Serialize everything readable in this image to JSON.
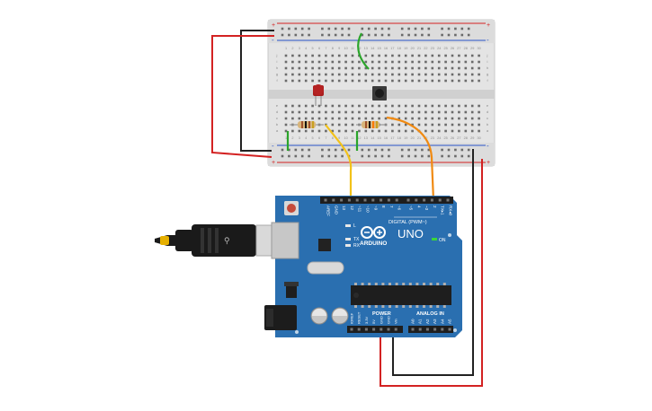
{
  "colors": {
    "breadboard": "#e2e2e2",
    "board": "#2a6fb0",
    "wire_black": "#222222",
    "wire_red": "#d32222",
    "wire_green": "#2aa52a",
    "wire_yellow": "#f2c21a",
    "wire_orange": "#f08a12",
    "led": "#b02020",
    "chip": "#1e1e1e"
  },
  "breadboard": {
    "col_numbers_top": [
      "1",
      "2",
      "3",
      "4",
      "5",
      "6",
      "7",
      "8",
      "9",
      "10",
      "11",
      "12",
      "13",
      "14",
      "15",
      "16",
      "17",
      "18",
      "19",
      "20",
      "21",
      "22",
      "23",
      "24",
      "25",
      "26",
      "27",
      "28",
      "29",
      "30"
    ],
    "row_letters_upper": [
      "j",
      "i",
      "h",
      "g",
      "f"
    ],
    "row_letters_lower": [
      "e",
      "d",
      "c",
      "b",
      "a"
    ],
    "rail_plus": "+",
    "rail_minus": "-"
  },
  "arduino": {
    "model": "UNO",
    "brand": "ARDUINO",
    "digital_header": "DIGITAL (PWM~)",
    "power_header": "POWER",
    "analog_header": "ANALOG IN",
    "on_label": "ON",
    "tx_label": "TX",
    "rx_label": "RX",
    "l_label": "L",
    "digital_pins": [
      "AREF",
      "GND",
      "13",
      "12",
      "~11",
      "~10",
      "~9",
      "8",
      "7",
      "~6",
      "~5",
      "4",
      "~3",
      "2",
      "TX▸1",
      "RX◂0"
    ],
    "power_pins": [
      "IOREF",
      "RESET",
      "3.3V",
      "5V",
      "GND",
      "GND",
      "Vin"
    ],
    "analog_pins": [
      "A0",
      "A1",
      "A2",
      "A3",
      "A4",
      "A5"
    ]
  }
}
